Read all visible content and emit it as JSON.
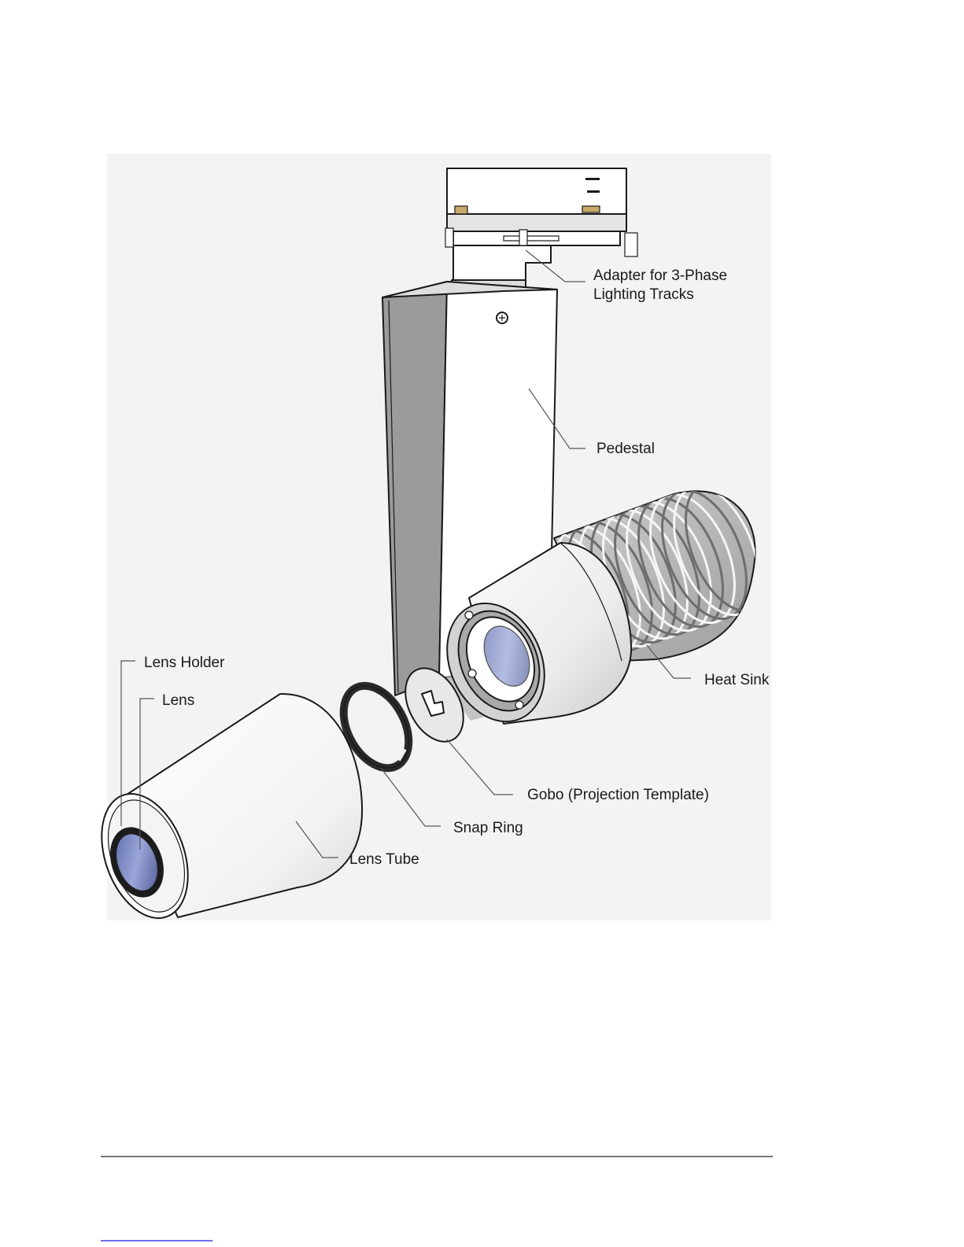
{
  "labels": {
    "adapter_line1": "Adapter for 3-Phase",
    "adapter_line2": "Lighting Tracks",
    "pedestal": "Pedestal",
    "heat_sink": "Heat Sink",
    "lens_holder": "Lens Holder",
    "lens": "Lens",
    "gobo": "Gobo (Projection Template)",
    "snap_ring": "Snap Ring",
    "lens_tube": "Lens Tube"
  },
  "colors": {
    "background_panel": "#f3f3f3",
    "part_white": "#ffffff",
    "part_light_gray": "#e6e6e6",
    "part_mid_gray": "#c4c4c4",
    "part_dark_gray": "#8a8a8a",
    "lens_blue": "#8a96c8",
    "snap_ring": "#2a2a2a",
    "brass_accent": "#c9a86a",
    "page_link": "#3a3af0"
  }
}
